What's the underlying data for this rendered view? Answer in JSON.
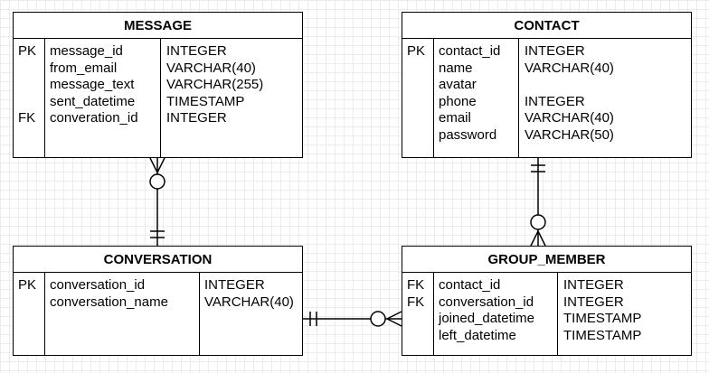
{
  "entities": {
    "message": {
      "title": "MESSAGE",
      "rows": [
        {
          "key": "PK",
          "name": "message_id",
          "type": "INTEGER"
        },
        {
          "key": "",
          "name": "from_email",
          "type": "VARCHAR(40)"
        },
        {
          "key": "",
          "name": "message_text",
          "type": "VARCHAR(255)"
        },
        {
          "key": "",
          "name": "sent_datetime",
          "type": "TIMESTAMP"
        },
        {
          "key": "FK",
          "name": "converation_id",
          "type": "INTEGER"
        }
      ]
    },
    "contact": {
      "title": "CONTACT",
      "rows": [
        {
          "key": "PK",
          "name": "contact_id",
          "type": "INTEGER"
        },
        {
          "key": "",
          "name": "name",
          "type": "VARCHAR(40)"
        },
        {
          "key": "",
          "name": "avatar",
          "type": ""
        },
        {
          "key": "",
          "name": "phone",
          "type": "INTEGER"
        },
        {
          "key": "",
          "name": "email",
          "type": "VARCHAR(40)"
        },
        {
          "key": "",
          "name": "password",
          "type": "VARCHAR(50)"
        }
      ]
    },
    "conversation": {
      "title": "CONVERSATION",
      "rows": [
        {
          "key": "PK",
          "name": "conversation_id",
          "type": "INTEGER"
        },
        {
          "key": "",
          "name": "conversation_name",
          "type": "VARCHAR(40)"
        }
      ]
    },
    "group_member": {
      "title": "GROUP_MEMBER",
      "rows": [
        {
          "key": "FK",
          "name": "contact_id",
          "type": "INTEGER"
        },
        {
          "key": "FK",
          "name": "conversation_id",
          "type": "INTEGER"
        },
        {
          "key": "",
          "name": "joined_datetime",
          "type": "TIMESTAMP"
        },
        {
          "key": "",
          "name": "left_datetime",
          "type": "TIMESTAMP"
        }
      ]
    }
  },
  "relationships": [
    {
      "from": "conversation",
      "to": "message",
      "from_end": "one-and-only-one",
      "to_end": "zero-or-many"
    },
    {
      "from": "contact",
      "to": "group_member",
      "from_end": "one-and-only-one",
      "to_end": "zero-or-many"
    },
    {
      "from": "conversation",
      "to": "group_member",
      "from_end": "one-and-only-one",
      "to_end": "zero-or-many"
    }
  ]
}
